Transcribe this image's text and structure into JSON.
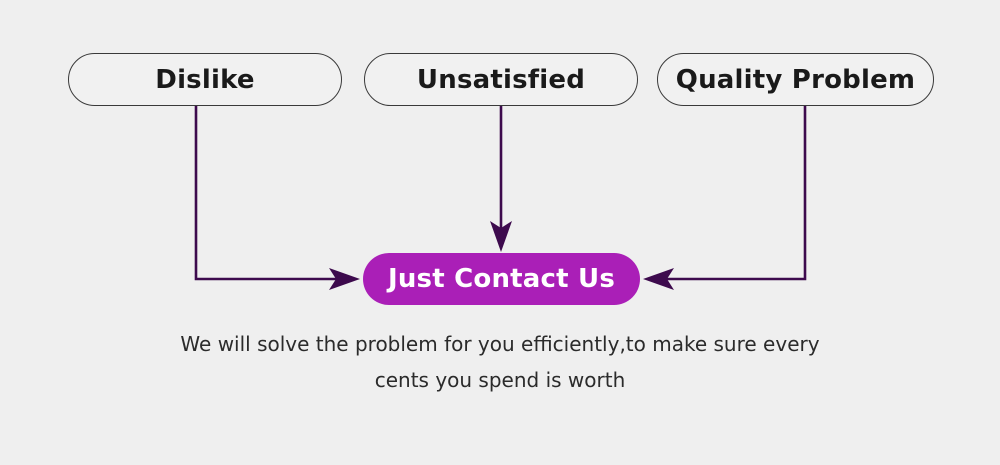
{
  "theme": {
    "background": "#efefef",
    "box_fill": "#f1f1f1",
    "box_border": "#3a3a3a",
    "accent_button": "#aa1fb7",
    "connector": "#3d0a4d",
    "text_dark": "#1a1a1a",
    "text_body": "#2b2b2b",
    "button_text": "#ffffff"
  },
  "diagram": {
    "type": "flow",
    "reasons": [
      {
        "id": "dislike",
        "label": "Dislike"
      },
      {
        "id": "unsatisfied",
        "label": "Unsatisfied"
      },
      {
        "id": "quality-problem",
        "label": "Quality Problem"
      }
    ],
    "target": {
      "id": "just-contact-us",
      "label": "Just Contact Us"
    },
    "edges": [
      {
        "from": "dislike",
        "to": "just-contact-us",
        "direction": "right"
      },
      {
        "from": "unsatisfied",
        "to": "just-contact-us",
        "direction": "down"
      },
      {
        "from": "quality-problem",
        "to": "just-contact-us",
        "direction": "left"
      }
    ]
  },
  "caption": {
    "line1": "We will solve the problem for you efficiently,to make sure every",
    "line2": "cents you spend is worth"
  }
}
